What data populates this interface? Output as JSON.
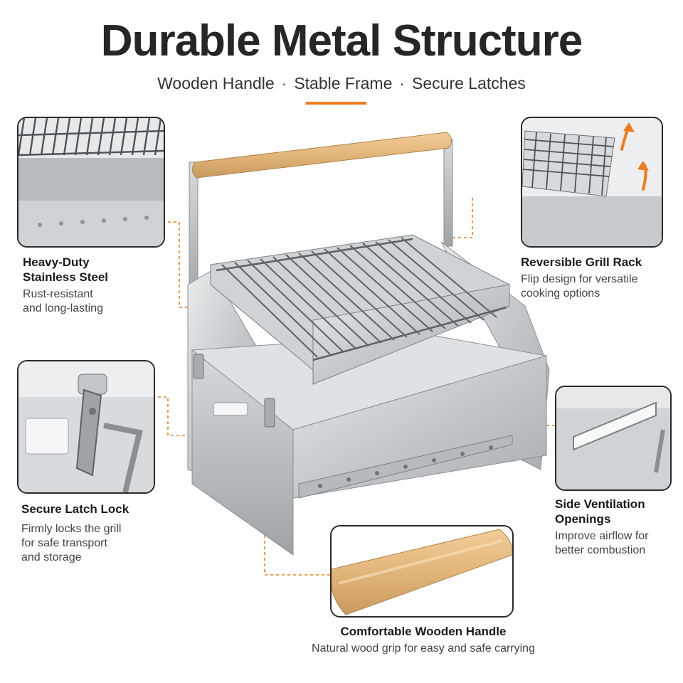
{
  "header": {
    "title": "Durable Metal Structure",
    "subtitle_parts": [
      "Wooden Handle",
      "Stable Frame",
      "Secure Latches"
    ],
    "separator": "·"
  },
  "colors": {
    "accent": "#f07b1a",
    "steel": "#c9cccf",
    "wood": "#e6bd86",
    "border": "#2a2a2a"
  },
  "features": {
    "steel": {
      "title_line1": "Heavy-Duty",
      "title_line2": "Stainless Steel",
      "desc_line1": "Rust-resistant",
      "desc_line2": "and long-lasting"
    },
    "latch": {
      "title": "Secure Latch Lock",
      "desc_line1": "Firmly locks the grill",
      "desc_line2": "for safe transport",
      "desc_line3": "and storage"
    },
    "rack": {
      "title": "Reversible Grill Rack",
      "desc_line1": "Flip design for versatile",
      "desc_line2": "cooking options"
    },
    "vent": {
      "title_line1": "Side Ventilation",
      "title_line2": "Openings",
      "desc_line1": "Improve airflow for",
      "desc_line2": "better combustion"
    },
    "handle": {
      "title": "Comfortable Wooden Handle",
      "desc": "Natural wood grip for easy and safe carrying"
    }
  },
  "icons": {
    "flip_arrows": "curved-arrow-up-icon"
  }
}
